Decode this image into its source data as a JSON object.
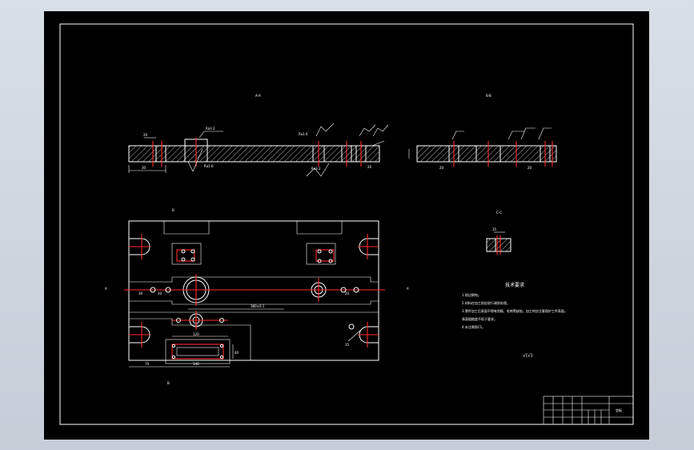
{
  "drawing": {
    "sheet_background": "#000000",
    "line_color": "#ffffff",
    "centerline_color": "#ff2a2a",
    "views": {
      "section_a": {
        "label": "A-A"
      },
      "section_b": {
        "label": "B-B"
      },
      "section_c": {
        "label": "C-C"
      },
      "plan_view": {
        "label": "B",
        "side_left": "A",
        "side_right": "A",
        "bottom_label": "B"
      }
    },
    "dimensions": {
      "overall_length": "380±0.1",
      "slot_length": "120",
      "slot_width": "40",
      "bottom_span": "140",
      "left_offset": "70",
      "d1": "30",
      "d2": "20",
      "d3": "20",
      "d4": "35"
    },
    "roughness": {
      "r1": "Ra1.6",
      "r2": "Ra3.2",
      "r3": "Ra1.6",
      "r4": "Ra3.2"
    },
    "tech_requirements": {
      "title": "技术要求",
      "lines": [
        "1.锐边倒钝。",
        "2.材料在加工前应进行调质处理。",
        "3.零件加工后表面不得有划痕、毛刺等缺陷，加工时应注意保护工件表面。",
        "  表面粗糙度不低于要求。",
        "4.未注倒角C1。"
      ],
      "surface_symbol": "√(√)"
    },
    "title_block": {
      "part_name": "垫板",
      "company": "",
      "drawing_no": "",
      "scale": ""
    }
  }
}
